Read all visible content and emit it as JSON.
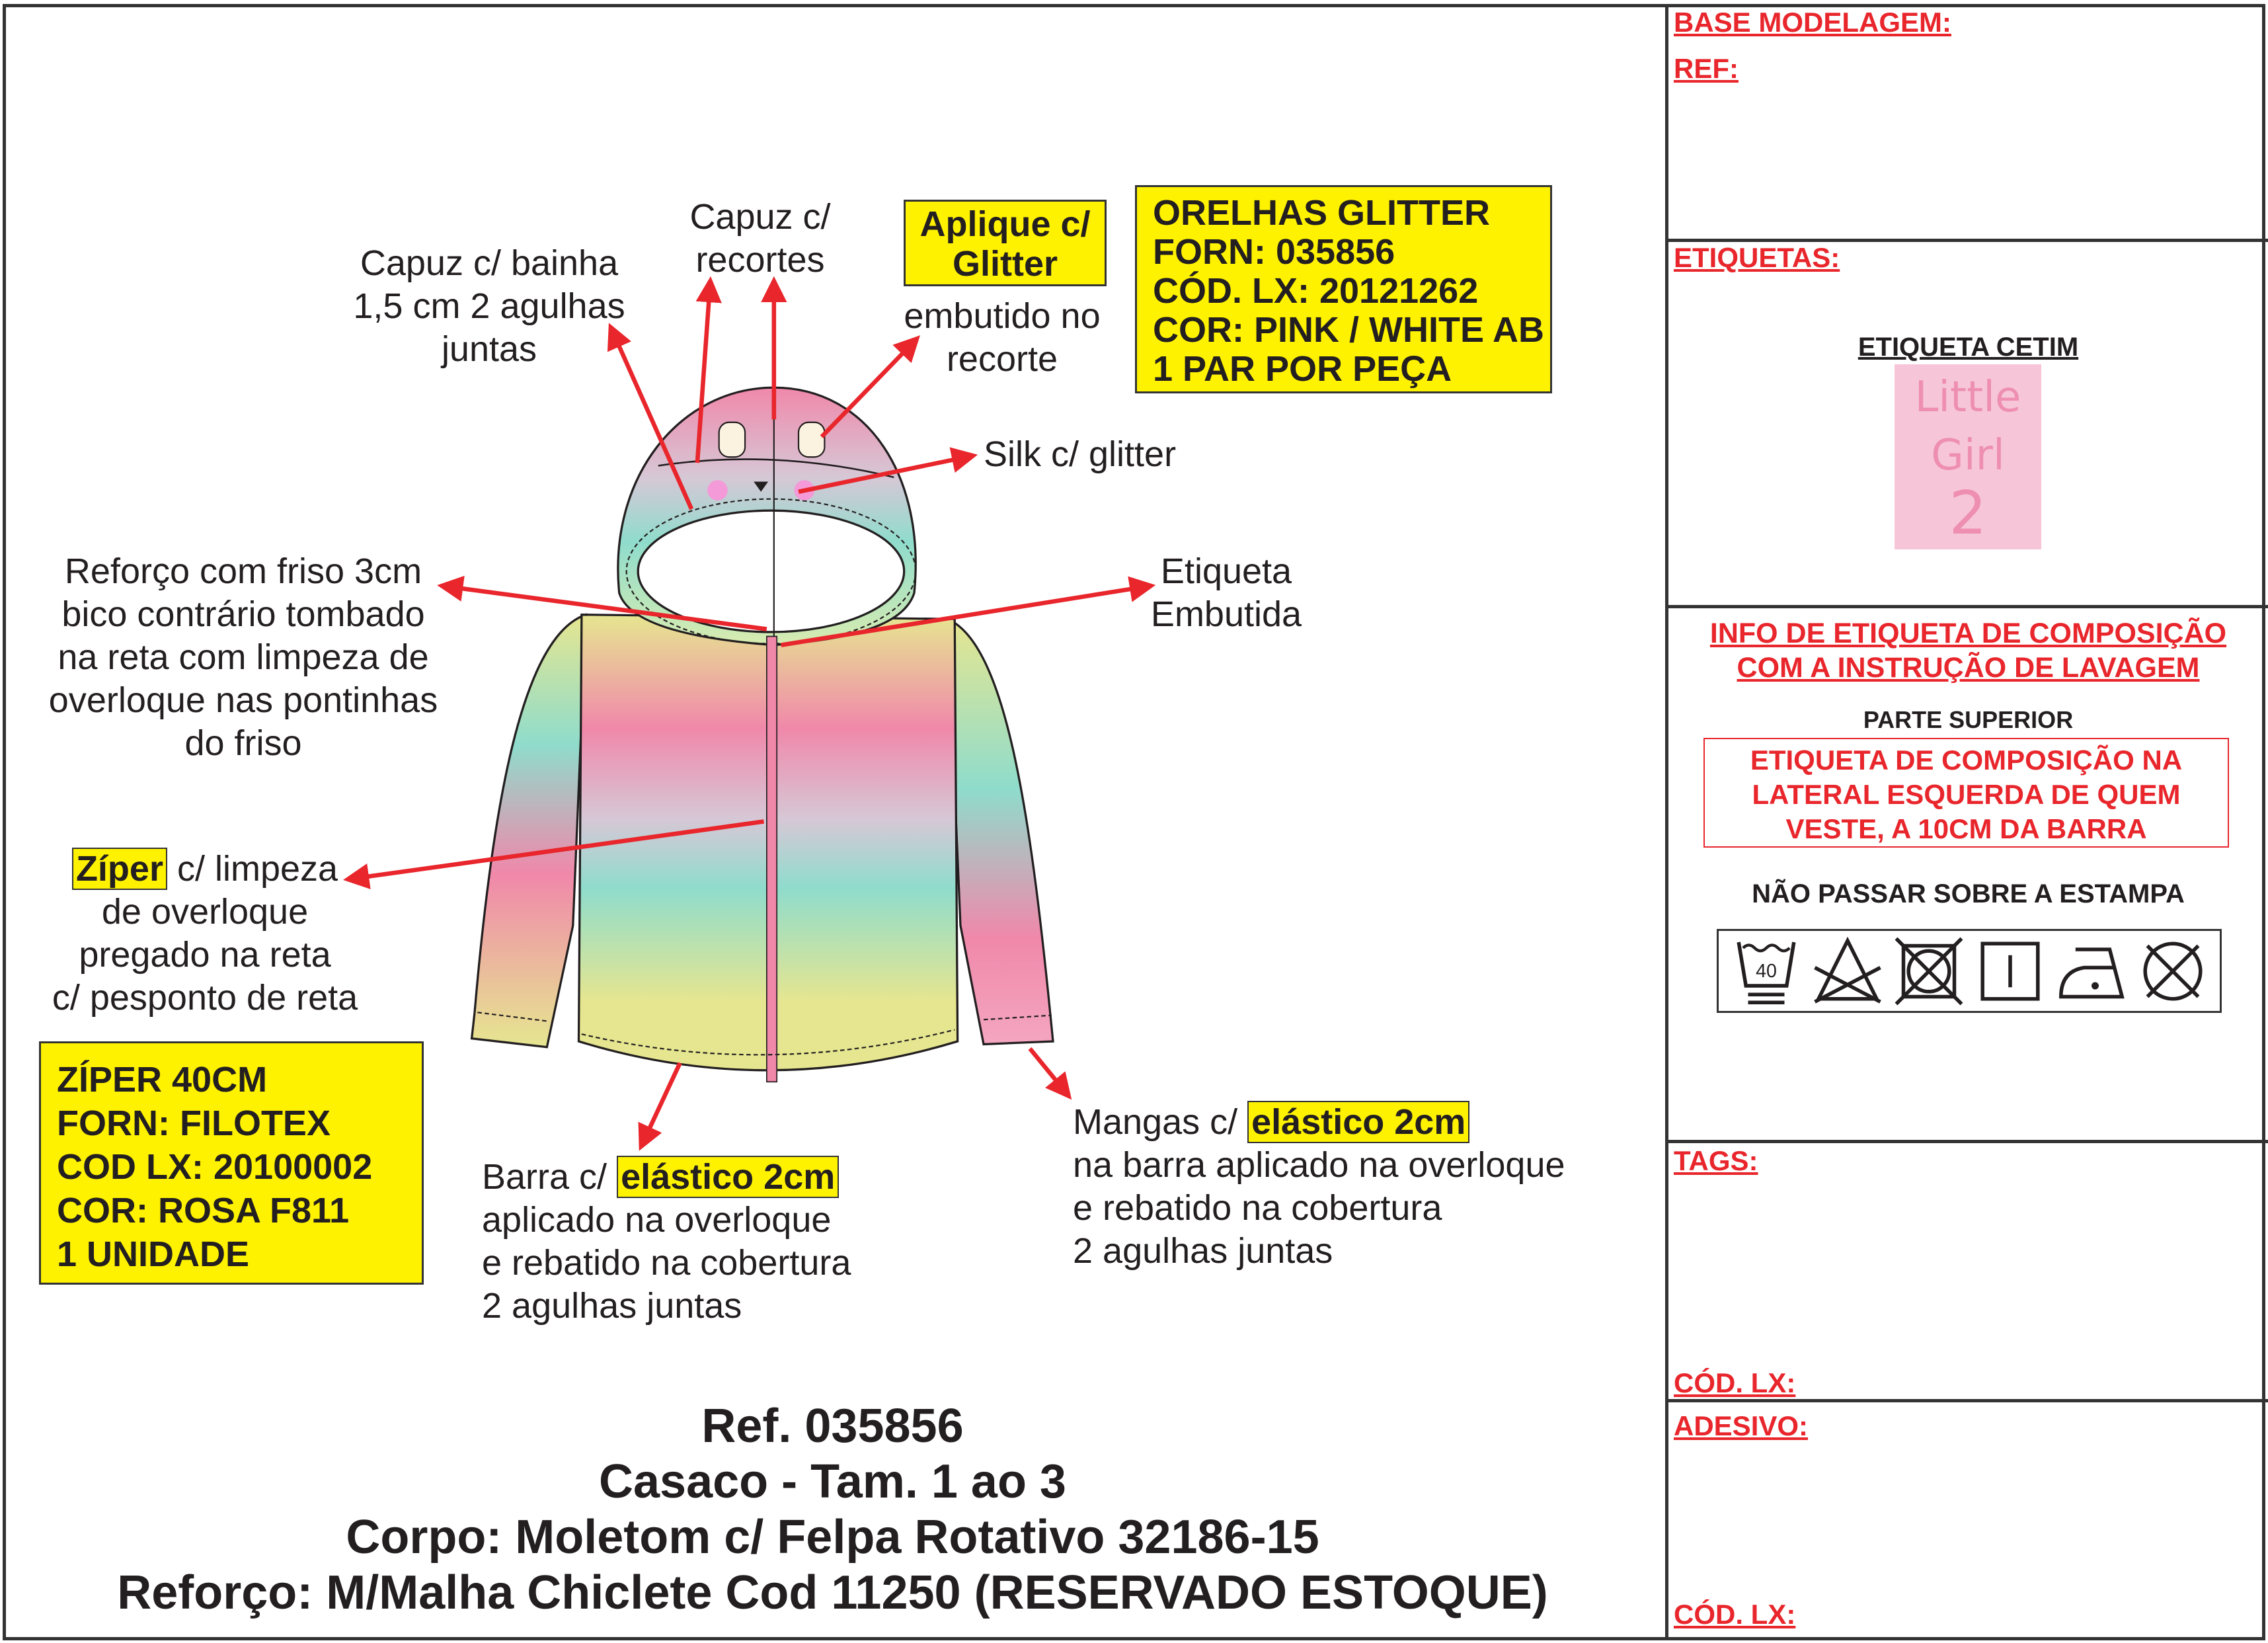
{
  "annotations": {
    "capuz_bainha": [
      "Capuz c/ bainha",
      "1,5 cm 2 agulhas",
      "juntas"
    ],
    "capuz_recortes": [
      "Capuz c/",
      "recortes"
    ],
    "aplique": {
      "highlight": [
        "Aplique c/",
        "Glitter"
      ],
      "text": [
        "embutido no",
        "recorte"
      ]
    },
    "orelhas_box": [
      "ORELHAS GLITTER",
      "FORN: 035856",
      "CÓD. LX: 20121262",
      "COR: PINK / WHITE AB",
      "1 PAR POR PEÇA"
    ],
    "silk": "Silk c/ glitter",
    "reforco": [
      "Reforço com friso 3cm",
      "bico contrário tombado",
      "na reta com limpeza de",
      "overloque nas pontinhas",
      "do friso"
    ],
    "etiqueta": [
      "Etiqueta",
      "Embutida"
    ],
    "ziper": {
      "highlight": "Zíper",
      "first_rest": " c/ limpeza",
      "lines": [
        "de overloque",
        "pregado na reta",
        "c/ pesponto de reta"
      ]
    },
    "ziper_box": [
      "ZÍPER 40CM",
      "FORN: FILOTEX",
      "COD LX: 20100002",
      "COR: ROSA F811",
      "1 UNIDADE"
    ],
    "barra": {
      "prefix": "Barra c/ ",
      "highlight": "elástico 2cm",
      "lines": [
        "aplicado na overloque",
        "e rebatido na cobertura",
        "2 agulhas juntas"
      ]
    },
    "mangas": {
      "prefix": "Mangas c/ ",
      "highlight": "elástico 2cm",
      "lines": [
        "na barra aplicado na overloque",
        "e rebatido na cobertura",
        "2 agulhas juntas"
      ]
    }
  },
  "title": [
    "Ref. 035856",
    "Casaco - Tam. 1 ao 3",
    "Corpo: Moletom c/ Felpa Rotativo 32186-15",
    "Reforço: M/Malha Chiclete Cod 11250 (RESERVADO ESTOQUE)"
  ],
  "panel": {
    "base_modelagem": "BASE MODELAGEM:",
    "ref": "REF:",
    "etiquetas": "ETIQUETAS:",
    "etiqueta_cetim": "ETIQUETA CETIM",
    "label_art": [
      "Little",
      "Girl",
      "2"
    ],
    "info_heading": [
      "INFO DE ETIQUETA DE COMPOSIÇÃO",
      "COM A INSTRUÇÃO DE LAVAGEM"
    ],
    "parte_superior": "PARTE SUPERIOR",
    "composicao_box": [
      "ETIQUETA DE COMPOSIÇÃO NA",
      "LATERAL ESQUERDA DE QUEM",
      "VESTE, A 10CM DA BARRA"
    ],
    "nao_passar": "NÃO PASSAR SOBRE A ESTAMPA",
    "wash_temp": "40",
    "care_symbols": [
      "wash-40-gentle-icon",
      "do-not-bleach-icon",
      "do-not-tumble-dry-icon",
      "line-dry-icon",
      "iron-low-icon",
      "do-not-dry-clean-icon"
    ],
    "tags": "TAGS:",
    "cod_lx_1": "CÓD. LX:",
    "adesivo": "ADESIVO:",
    "cod_lx_2": "CÓD. LX:"
  },
  "colors": {
    "red": "#e8262c",
    "yellow": "#fff200",
    "pink": "#f088aa",
    "mint": "#8fdccc",
    "lime": "#e6e690"
  }
}
